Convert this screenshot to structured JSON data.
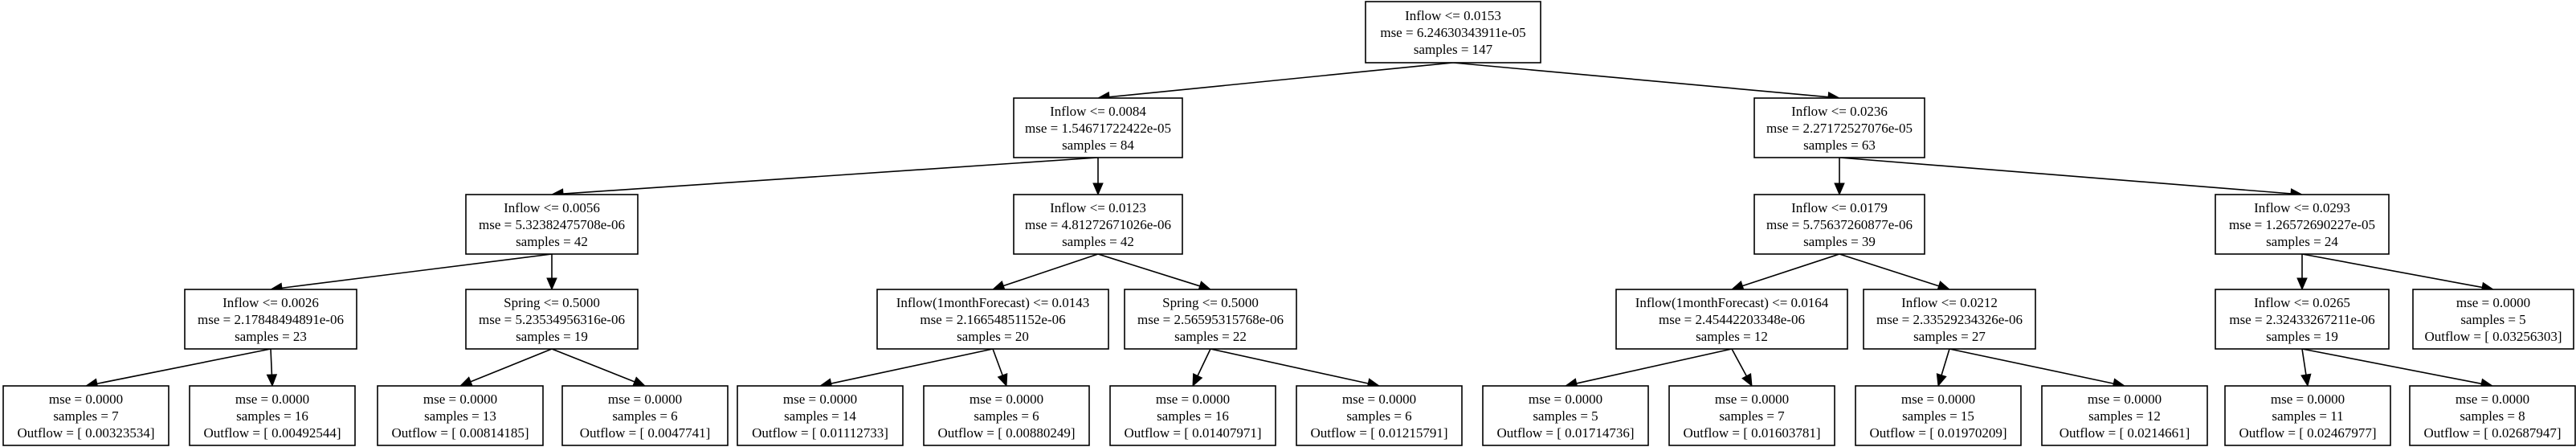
{
  "tree": {
    "nodes": [
      {
        "id": "n0",
        "lines": [
          "Inflow <= 0.0153",
          "mse = 6.24630343911e-05",
          "samples = 147"
        ]
      },
      {
        "id": "n1",
        "lines": [
          "Inflow <= 0.0084",
          "mse = 1.54671722422e-05",
          "samples = 84"
        ]
      },
      {
        "id": "n2",
        "lines": [
          "Inflow <= 0.0236",
          "mse = 2.27172527076e-05",
          "samples = 63"
        ]
      },
      {
        "id": "n3",
        "lines": [
          "Inflow <= 0.0056",
          "mse = 5.32382475708e-06",
          "samples = 42"
        ]
      },
      {
        "id": "n4",
        "lines": [
          "Inflow <= 0.0123",
          "mse = 4.81272671026e-06",
          "samples = 42"
        ]
      },
      {
        "id": "n5",
        "lines": [
          "Inflow <= 0.0179",
          "mse = 5.75637260877e-06",
          "samples = 39"
        ]
      },
      {
        "id": "n6",
        "lines": [
          "Inflow <= 0.0293",
          "mse = 1.26572690227e-05",
          "samples = 24"
        ]
      },
      {
        "id": "n7",
        "lines": [
          "Inflow <= 0.0026",
          "mse = 2.17848494891e-06",
          "samples = 23"
        ]
      },
      {
        "id": "n8",
        "lines": [
          "Spring <= 0.5000",
          "mse = 5.23534956316e-06",
          "samples = 19"
        ]
      },
      {
        "id": "n9",
        "lines": [
          "Inflow(1monthForecast) <= 0.0143",
          "mse = 2.16654851152e-06",
          "samples = 20"
        ]
      },
      {
        "id": "n10",
        "lines": [
          "Spring <= 0.5000",
          "mse = 2.56595315768e-06",
          "samples = 22"
        ]
      },
      {
        "id": "n11",
        "lines": [
          "Inflow(1monthForecast) <= 0.0164",
          "mse = 2.45442203348e-06",
          "samples = 12"
        ]
      },
      {
        "id": "n12",
        "lines": [
          "Inflow <= 0.0212",
          "mse = 2.33529234326e-06",
          "samples = 27"
        ]
      },
      {
        "id": "n13",
        "lines": [
          "Inflow <= 0.0265",
          "mse = 2.32433267211e-06",
          "samples = 19"
        ]
      },
      {
        "id": "n14",
        "lines": [
          "mse = 0.0000",
          "samples = 5",
          "Outflow = [ 0.03256303]"
        ]
      },
      {
        "id": "l0",
        "lines": [
          "mse = 0.0000",
          "samples = 7",
          "Outflow = [ 0.00323534]"
        ]
      },
      {
        "id": "l1",
        "lines": [
          "mse = 0.0000",
          "samples = 16",
          "Outflow = [ 0.00492544]"
        ]
      },
      {
        "id": "l2",
        "lines": [
          "mse = 0.0000",
          "samples = 13",
          "Outflow = [ 0.00814185]"
        ]
      },
      {
        "id": "l3",
        "lines": [
          "mse = 0.0000",
          "samples = 6",
          "Outflow = [ 0.0047741]"
        ]
      },
      {
        "id": "l4",
        "lines": [
          "mse = 0.0000",
          "samples = 14",
          "Outflow = [ 0.01112733]"
        ]
      },
      {
        "id": "l5",
        "lines": [
          "mse = 0.0000",
          "samples = 6",
          "Outflow = [ 0.00880249]"
        ]
      },
      {
        "id": "l6",
        "lines": [
          "mse = 0.0000",
          "samples = 16",
          "Outflow = [ 0.01407971]"
        ]
      },
      {
        "id": "l7",
        "lines": [
          "mse = 0.0000",
          "samples = 6",
          "Outflow = [ 0.01215791]"
        ]
      },
      {
        "id": "l8",
        "lines": [
          "mse = 0.0000",
          "samples = 5",
          "Outflow = [ 0.01714736]"
        ]
      },
      {
        "id": "l9",
        "lines": [
          "mse = 0.0000",
          "samples = 7",
          "Outflow = [ 0.01603781]"
        ]
      },
      {
        "id": "l10",
        "lines": [
          "mse = 0.0000",
          "samples = 15",
          "Outflow = [ 0.01970209]"
        ]
      },
      {
        "id": "l11",
        "lines": [
          "mse = 0.0000",
          "samples = 12",
          "Outflow = [ 0.0214661]"
        ]
      },
      {
        "id": "l12",
        "lines": [
          "mse = 0.0000",
          "samples = 11",
          "Outflow = [ 0.02467977]"
        ]
      },
      {
        "id": "l13",
        "lines": [
          "mse = 0.0000",
          "samples = 8",
          "Outflow = [ 0.02687947]"
        ]
      }
    ],
    "edges": [
      [
        "n0",
        "n1"
      ],
      [
        "n0",
        "n2"
      ],
      [
        "n1",
        "n3"
      ],
      [
        "n1",
        "n4"
      ],
      [
        "n2",
        "n5"
      ],
      [
        "n2",
        "n6"
      ],
      [
        "n3",
        "n7"
      ],
      [
        "n3",
        "n8"
      ],
      [
        "n4",
        "n9"
      ],
      [
        "n4",
        "n10"
      ],
      [
        "n5",
        "n11"
      ],
      [
        "n5",
        "n12"
      ],
      [
        "n6",
        "n13"
      ],
      [
        "n6",
        "n14"
      ],
      [
        "n7",
        "l0"
      ],
      [
        "n7",
        "l1"
      ],
      [
        "n8",
        "l2"
      ],
      [
        "n8",
        "l3"
      ],
      [
        "n9",
        "l4"
      ],
      [
        "n9",
        "l5"
      ],
      [
        "n10",
        "l6"
      ],
      [
        "n10",
        "l7"
      ],
      [
        "n11",
        "l8"
      ],
      [
        "n11",
        "l9"
      ],
      [
        "n12",
        "l10"
      ],
      [
        "n12",
        "l11"
      ],
      [
        "n13",
        "l12"
      ],
      [
        "n13",
        "l13"
      ]
    ]
  }
}
